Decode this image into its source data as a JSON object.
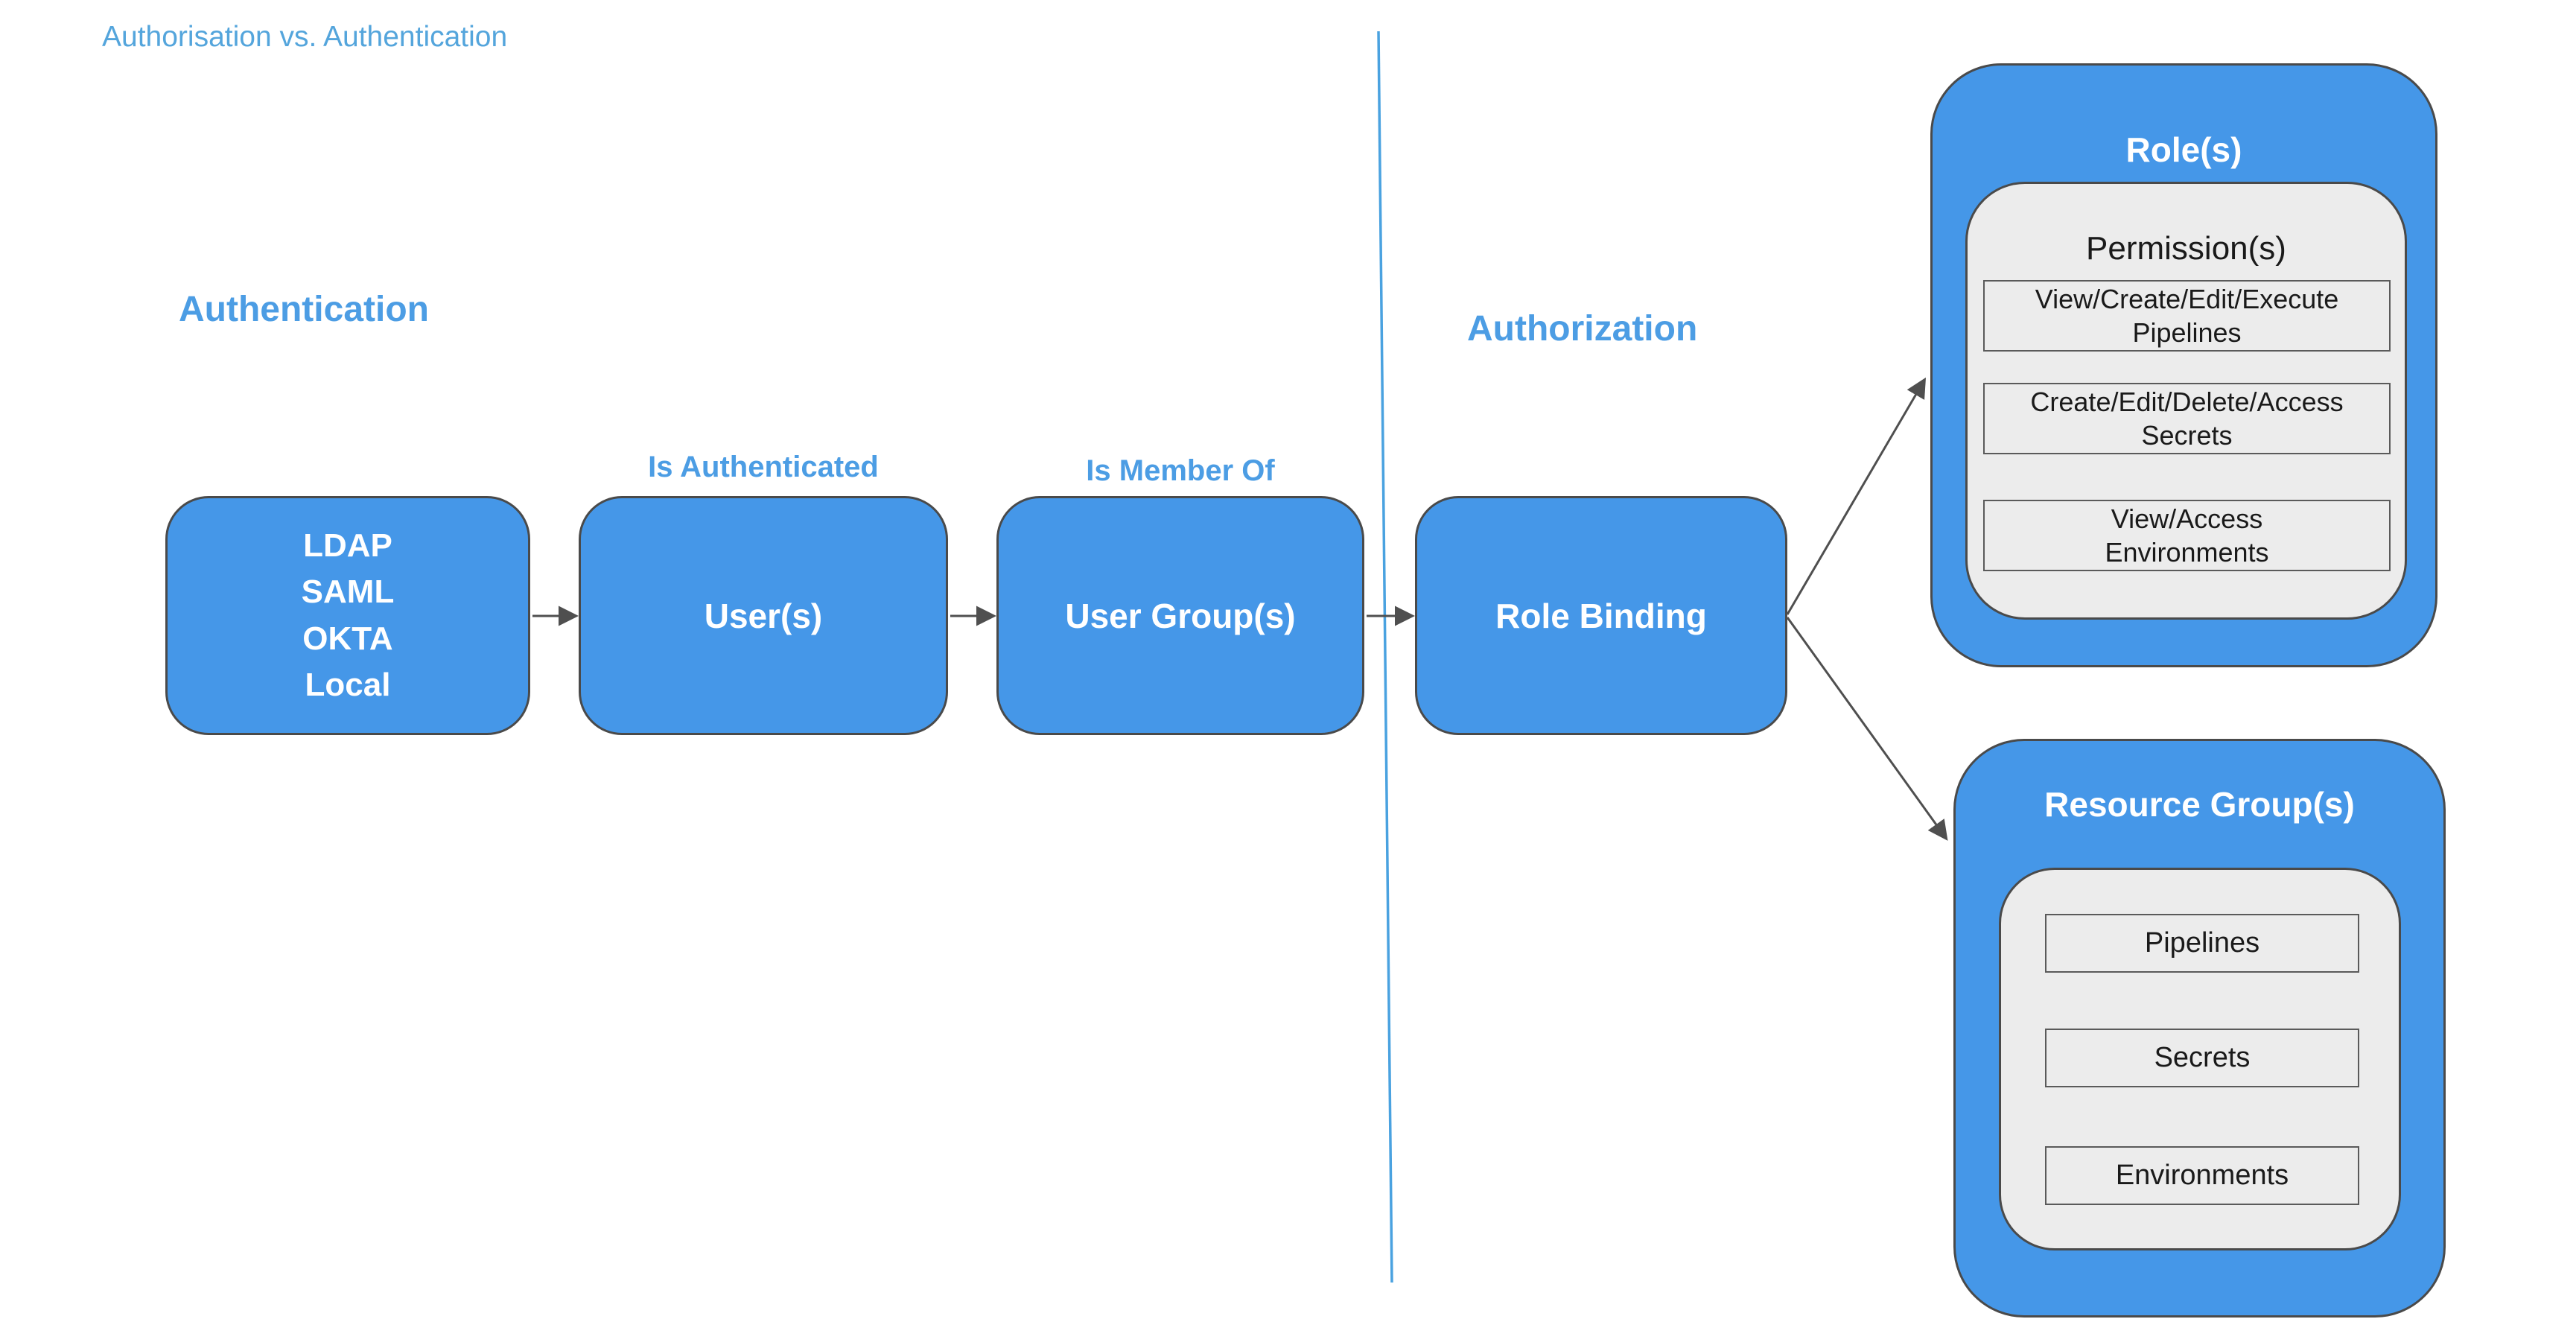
{
  "title": "Authorisation vs. Authentication",
  "sections": {
    "authentication": {
      "heading": "Authentication"
    },
    "authorization": {
      "heading": "Authorization"
    }
  },
  "nodes": {
    "identity_providers": {
      "label": "LDAP\nSAML\nOKTA\nLocal"
    },
    "users": {
      "label": "User(s)"
    },
    "user_groups": {
      "label": "User Group(s)"
    },
    "role_binding": {
      "label": "Role Binding"
    }
  },
  "edges": {
    "is_authenticated": "Is Authenticated",
    "is_member_of": "Is Member Of"
  },
  "role_container": {
    "title": "Role(s)",
    "permissions_title": "Permission(s)",
    "permissions": [
      "View/Create/Edit/Execute\nPipelines",
      "Create/Edit/Delete/Access\nSecrets",
      "View/Access\nEnvironments"
    ]
  },
  "resource_container": {
    "title": "Resource Group(s)",
    "resources": [
      "Pipelines",
      "Secrets",
      "Environments"
    ]
  },
  "colors": {
    "node_blue": "#4597E8",
    "heading_blue": "#4C9DE4",
    "title_blue": "#54A5DC",
    "divider_blue": "#4AA2E0",
    "panel_gray": "#ECECEC",
    "border_dark": "#4a4a4a",
    "arrow_gray": "#4f4f4f"
  }
}
